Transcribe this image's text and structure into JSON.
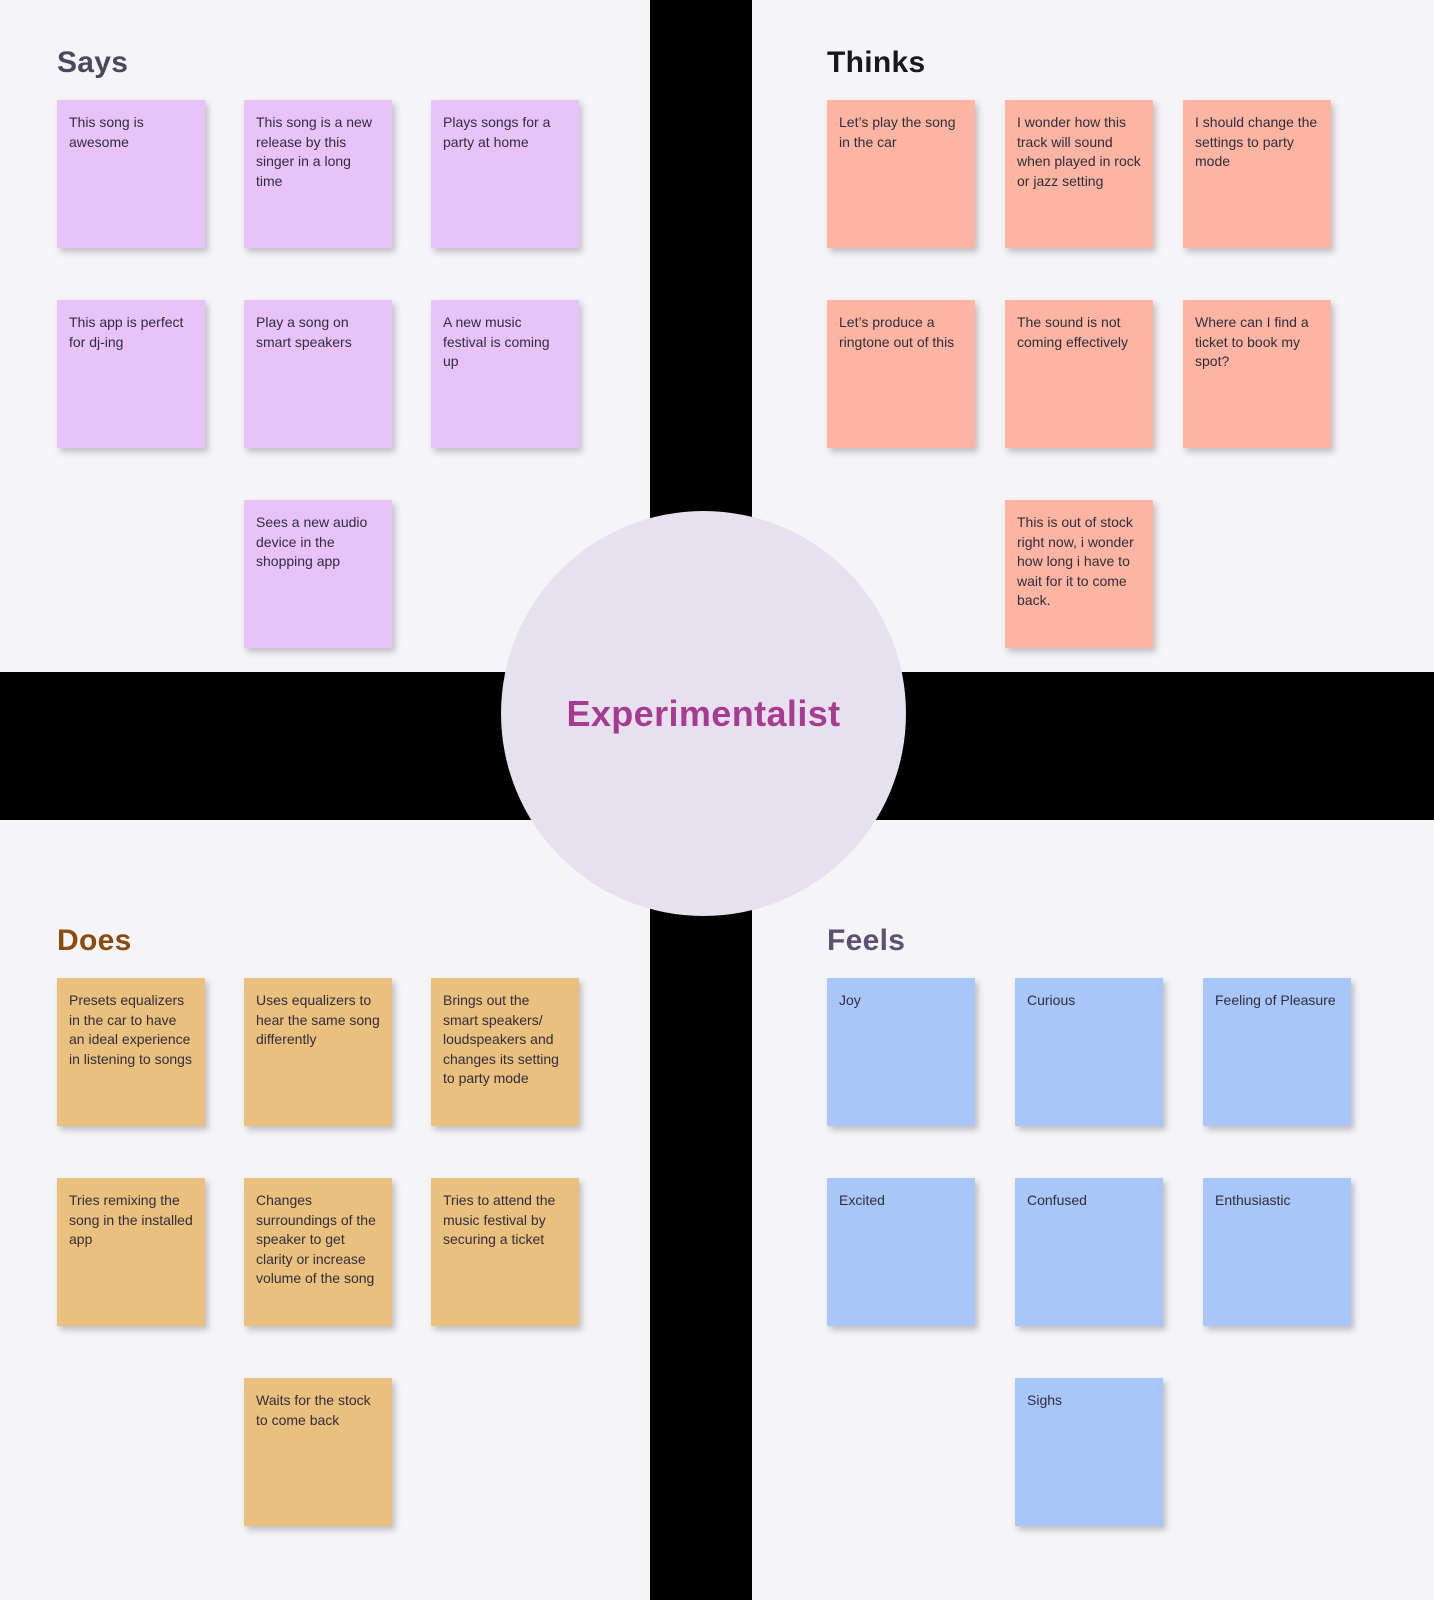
{
  "center": {
    "label": "Experimentalist"
  },
  "quadrants": {
    "says": {
      "title": "Says",
      "notes": [
        "This song is awesome",
        "This song is a new release by this singer in a long time",
        "Plays songs for a party at home",
        "This app is perfect for dj-ing",
        "Play a song on smart speakers",
        "A new music festival is coming up",
        "Sees a new audio device in the shopping app"
      ]
    },
    "thinks": {
      "title": "Thinks",
      "notes": [
        "Let’s play the song in the car",
        "I wonder how this track will sound when played in rock or jazz setting",
        "I should change the settings to party mode",
        "Let’s produce a ringtone out of this",
        "The sound is not coming effectively",
        "Where can I find a ticket to book my spot?",
        "This is out of stock right now, i wonder how long i have to wait for it to come back."
      ]
    },
    "does": {
      "title": "Does",
      "notes": [
        "Presets equalizers in the car to have an ideal experience in listening to songs",
        "Uses equalizers to hear the same song differently",
        "Brings out the smart speakers/ loudspeakers and changes its setting to party mode",
        "Tries remixing the song in the installed app",
        "Changes surroundings of the speaker to get clarity or increase volume of the song",
        "Tries to attend the music festival by securing a ticket",
        "Waits for the stock to come back"
      ]
    },
    "feels": {
      "title": "Feels",
      "notes": [
        "Joy",
        "Curious",
        "Feeling of Pleasure",
        "Excited",
        "Confused",
        "Enthusiastic",
        "Sighs"
      ]
    }
  },
  "colors": {
    "background": "#f5f4f6",
    "divider": "#000000",
    "says_note": "#e7c3fa",
    "thinks_note": "#fcb5a2",
    "does_note": "#e9c07d",
    "feels_note": "#a9c6f8",
    "says_title": "#4d4660",
    "thinks_title": "#17171f",
    "does_title": "#8a4b10",
    "feels_title": "#5b5273",
    "center_circle": "#e6e0ef",
    "center_text": "#a63b91"
  }
}
